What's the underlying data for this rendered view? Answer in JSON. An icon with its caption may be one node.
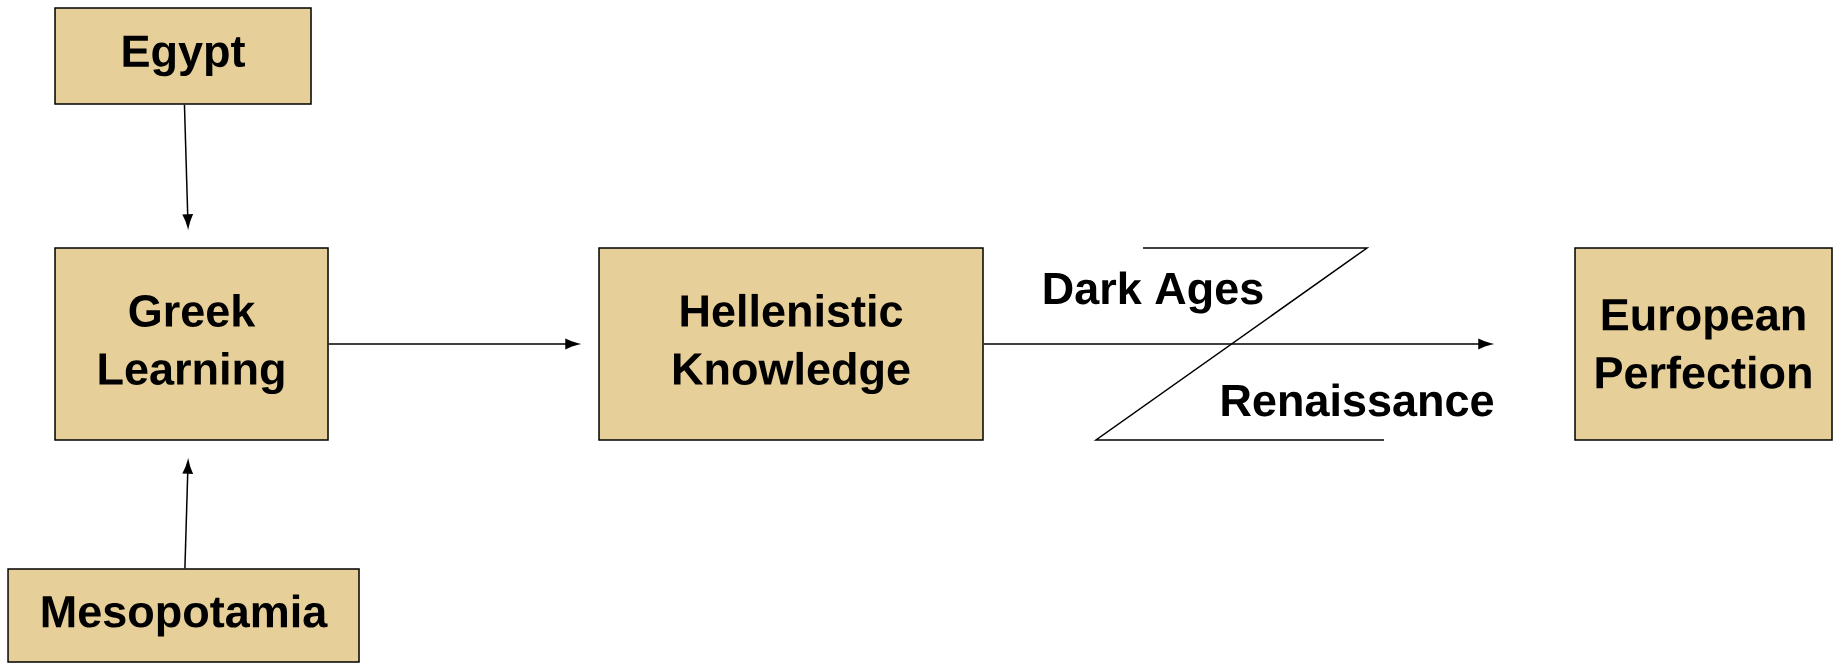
{
  "diagram": {
    "nodes": [
      {
        "text": [
          "Egypt"
        ]
      },
      {
        "text": [
          "Greek Learning"
        ]
      },
      {
        "text": [
          "Mesopotamia"
        ]
      },
      {
        "text": [
          "Hellenistic Knowledge"
        ]
      },
      {
        "text": [
          "European Perfection"
        ]
      }
    ],
    "edges": [
      {
        "from": 0,
        "to": 1,
        "arrow": "to"
      },
      {
        "from": 2,
        "to": 1,
        "arrow": "to"
      },
      {
        "from": 1,
        "to": 3,
        "arrow": "to"
      },
      {
        "from": 3,
        "to": 4,
        "arrow": "to"
      }
    ],
    "labels": [
      "Dark Ages",
      "Renaissance"
    ]
  }
}
